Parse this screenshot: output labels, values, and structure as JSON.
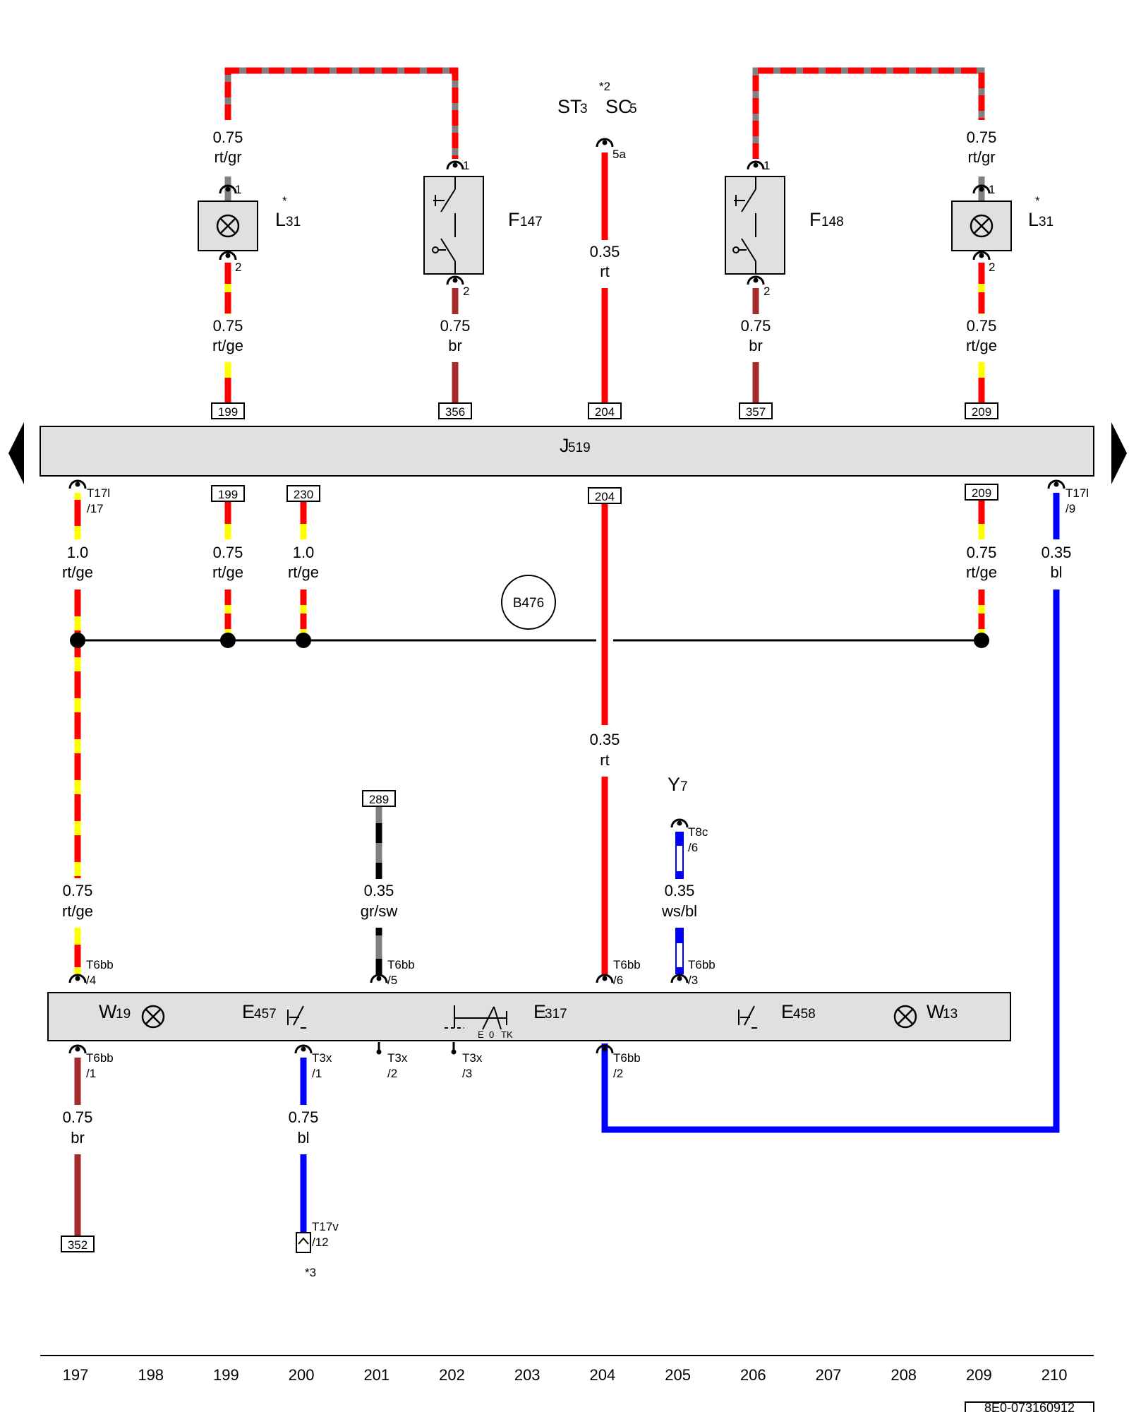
{
  "header": {
    "note_2": "*2",
    "st_main": "ST",
    "st_sub": "3",
    "sc_main": "SC",
    "sc_sub": "5",
    "pin_5a": "5a"
  },
  "components": {
    "l31_left": {
      "main": "L",
      "sub": "31",
      "star": "*",
      "pin1": "1",
      "pin2": "2"
    },
    "l31_right": {
      "main": "L",
      "sub": "31",
      "star": "*",
      "pin1": "1",
      "pin2": "2"
    },
    "f147": {
      "main": "F",
      "sub": "147",
      "pin1": "1",
      "pin2": "2"
    },
    "f148": {
      "main": "F",
      "sub": "148",
      "pin1": "1",
      "pin2": "2"
    },
    "j519": {
      "main": "J",
      "sub": "519"
    },
    "b476": "B476",
    "y7": {
      "main": "Y",
      "sub": "7"
    }
  },
  "wires": {
    "l31l_top": {
      "size": "0.75",
      "color": "rt/gr"
    },
    "l31l_bot": {
      "size": "0.75",
      "color": "rt/ge"
    },
    "f147_bot": {
      "size": "0.75",
      "color": "br"
    },
    "st_mid": {
      "size": "0.35",
      "color": "rt"
    },
    "f148_bot": {
      "size": "0.75",
      "color": "br"
    },
    "l31r_top": {
      "size": "0.75",
      "color": "rt/gr"
    },
    "l31r_bot": {
      "size": "0.75",
      "color": "rt/ge"
    },
    "t17l17": {
      "size": "1.0",
      "color": "rt/ge"
    },
    "c199_low": {
      "size": "0.75",
      "color": "rt/ge"
    },
    "c230": {
      "size": "1.0",
      "color": "rt/ge"
    },
    "c209_low": {
      "size": "0.75",
      "color": "rt/ge"
    },
    "t17l9": {
      "size": "0.35",
      "color": "bl"
    },
    "rt_long": {
      "size": "0.35",
      "color": "rt"
    },
    "w19_in": {
      "size": "0.75",
      "color": "rt/ge"
    },
    "c289": {
      "size": "0.35",
      "color": "gr/sw"
    },
    "y7_wire": {
      "size": "0.35",
      "color": "ws/bl"
    },
    "w19_out": {
      "size": "0.75",
      "color": "br"
    },
    "t3x1": {
      "size": "0.75",
      "color": "bl"
    }
  },
  "refs": {
    "r199_top": "199",
    "r356": "356",
    "r204_top": "204",
    "r357": "357",
    "r209_top": "209",
    "r199_bot": "199",
    "r230": "230",
    "r204_bot": "204",
    "r209_bot": "209",
    "r289": "289",
    "r352": "352"
  },
  "pins": {
    "t17l_17_a": "T17l",
    "t17l_17_b": "/17",
    "t17l_9_a": "T17l",
    "t17l_9_b": "/9",
    "t8c_a": "T8c",
    "t8c_b": "/6",
    "t6bb4_a": "T6bb",
    "t6bb4_b": "/4",
    "t6bb5_a": "T6bb",
    "t6bb5_b": "/5",
    "t6bb6_a": "T6bb",
    "t6bb6_b": "/6",
    "t6bb3_a": "T6bb",
    "t6bb3_b": "/3",
    "t6bb1_a": "T6bb",
    "t6bb1_b": "/1",
    "t3x1_a": "T3x",
    "t3x1_b": "/1",
    "t3x2_a": "T3x",
    "t3x2_b": "/2",
    "t3x3_a": "T3x",
    "t3x3_b": "/3",
    "t6bb2_a": "T6bb",
    "t6bb2_b": "/2",
    "t17v_a": "T17v",
    "t17v_b": "/12",
    "note_3": "*3"
  },
  "bottom_unit": {
    "w19": {
      "main": "W",
      "sub": "19"
    },
    "e457": {
      "main": "E",
      "sub": "457"
    },
    "e317": {
      "main": "E",
      "sub": "317"
    },
    "e458": {
      "main": "E",
      "sub": "458"
    },
    "w13": {
      "main": "W",
      "sub": "13"
    },
    "switch_e": "E",
    "switch_0": "0",
    "switch_tk": "TK"
  },
  "ruler": [
    "197",
    "198",
    "199",
    "200",
    "201",
    "202",
    "203",
    "204",
    "205",
    "206",
    "207",
    "208",
    "209",
    "210"
  ],
  "doc_id": "8E0-073160912",
  "colors": {
    "rt": "#ff0000",
    "gr": "#808080",
    "ge": "#ffff00",
    "br": "#a52a2a",
    "bl": "#0000ff",
    "sw": "#000000",
    "ws": "#ffffff",
    "panel": "#e0e0e0"
  }
}
